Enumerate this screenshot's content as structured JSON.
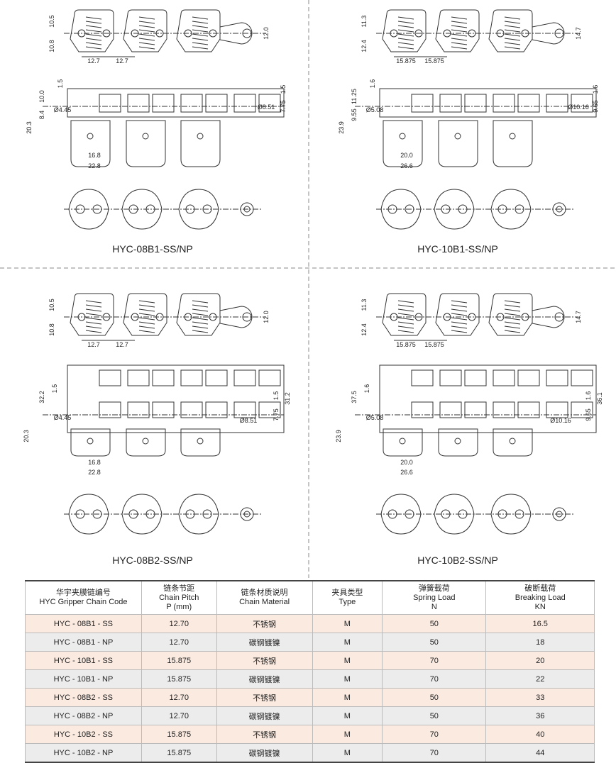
{
  "quadrants": [
    {
      "title": "HYC-08B1-SS/NP",
      "type": "B1",
      "labels": [
        "10.5",
        "10.8",
        "12.0",
        "12.7",
        "12.7",
        "1.5",
        "10.0",
        "8.4",
        "20.3",
        "Ø4.45",
        "Ø8.51",
        "1.5",
        "7.75",
        "16.8",
        "22.8"
      ]
    },
    {
      "title": "HYC-10B1-SS/NP",
      "type": "B1",
      "labels": [
        "11.3",
        "12.4",
        "14.7",
        "15.875",
        "15.875",
        "1.6",
        "11.25",
        "9.55",
        "23.9",
        "Ø5.08",
        "Ø10.16",
        "1.6",
        "9.65",
        "20.0",
        "26.6"
      ]
    },
    {
      "title": "HYC-08B2-SS/NP",
      "type": "B2",
      "labels": [
        "10.5",
        "10.8",
        "12.0",
        "12.7",
        "12.7",
        "1.5",
        "32.2",
        "",
        "20.3",
        "Ø4.45",
        "Ø8.51",
        "1.5",
        "7.75",
        "16.8",
        "22.8",
        "31.2"
      ]
    },
    {
      "title": "HYC-10B2-SS/NP",
      "type": "B2",
      "labels": [
        "11.3",
        "12.4",
        "14.7",
        "15.875",
        "15.875",
        "1.6",
        "37.5",
        "",
        "23.9",
        "Ø5.08",
        "Ø10.16",
        "1.6",
        "9.65",
        "20.0",
        "26.6",
        "36.1"
      ]
    }
  ],
  "table": {
    "headers": [
      [
        "华宇夹膜链编号",
        "HYC Gripper Chain Code"
      ],
      [
        "链条节距",
        "Chain Pitch",
        "P (mm)"
      ],
      [
        "链条材质说明",
        "Chain Material"
      ],
      [
        "夹具类型",
        "Type"
      ],
      [
        "弹簧载荷",
        "Spring Load",
        "N"
      ],
      [
        "破断载荷",
        "Breaking Load",
        "KN"
      ]
    ],
    "rows": [
      [
        "HYC - 08B1 - SS",
        "12.70",
        "不锈钢",
        "M",
        "50",
        "16.5"
      ],
      [
        "HYC - 08B1 - NP",
        "12.70",
        "碳钢镀镍",
        "M",
        "50",
        "18"
      ],
      [
        "HYC - 10B1 - SS",
        "15.875",
        "不锈钢",
        "M",
        "70",
        "20"
      ],
      [
        "HYC - 10B1 - NP",
        "15.875",
        "碳钢镀镍",
        "M",
        "70",
        "22"
      ],
      [
        "HYC - 08B2 - SS",
        "12.70",
        "不锈钢",
        "M",
        "50",
        "33"
      ],
      [
        "HYC - 08B2 - NP",
        "12.70",
        "碳钢镀镍",
        "M",
        "50",
        "36"
      ],
      [
        "HYC - 10B2 - SS",
        "15.875",
        "不锈钢",
        "M",
        "70",
        "40"
      ],
      [
        "HYC - 10B2 - NP",
        "15.875",
        "碳钢镀镍",
        "M",
        "70",
        "44"
      ]
    ]
  }
}
